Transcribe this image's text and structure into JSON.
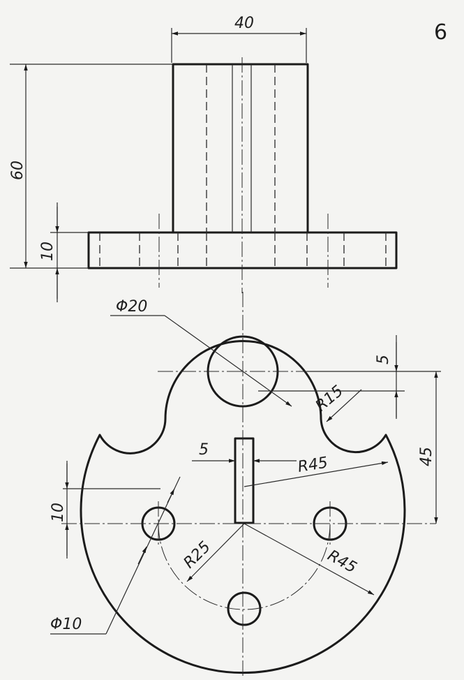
{
  "sheet_number": "6",
  "dimensions": {
    "width_top": "40",
    "height_total": "60",
    "base_thickness": "10",
    "boss_hole_diameter": "Φ20",
    "fillet_radius": "R15",
    "boss_offset": "5",
    "boss_distance": "45",
    "slot_width": "5",
    "outer_radius": "R45",
    "hole_offset": "10",
    "bolt_circle_radius": "R25",
    "outer_radius_lower": "R45",
    "small_hole_diameter": "Φ10"
  },
  "colors": {
    "ink": "#1b1b1b",
    "paper": "#f4f4f2"
  }
}
